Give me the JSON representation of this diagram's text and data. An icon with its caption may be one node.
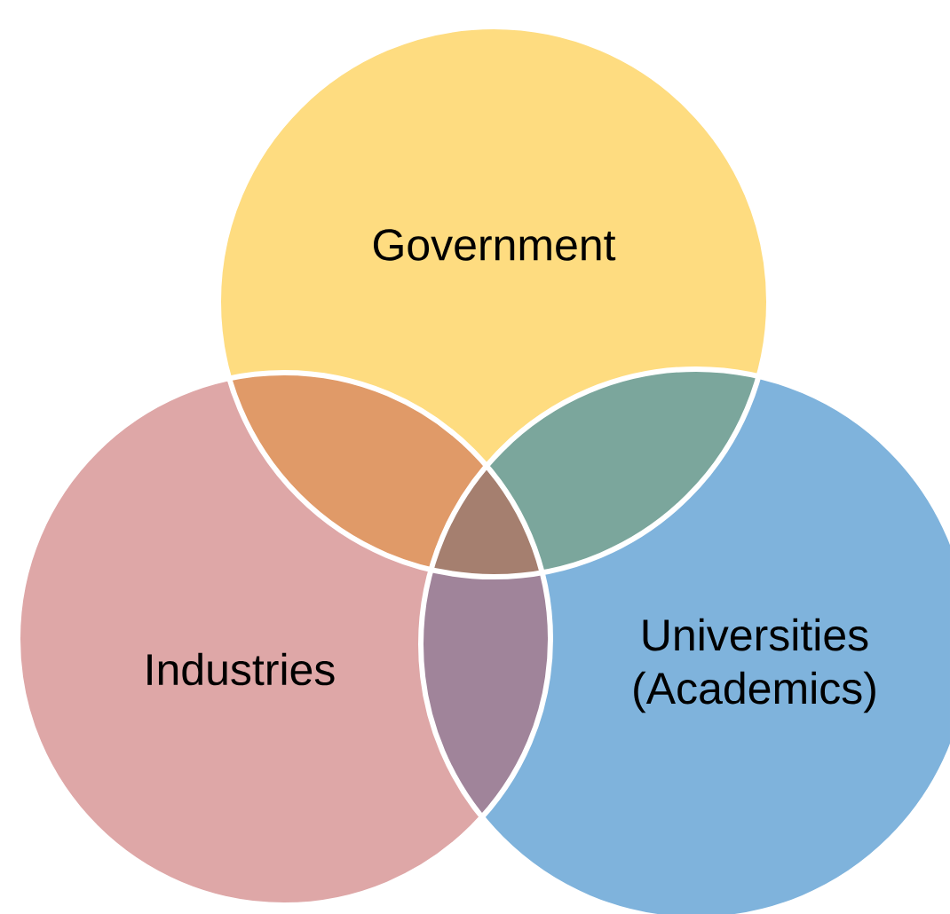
{
  "diagram": {
    "nodes": [
      {
        "text": [
          "Government"
        ]
      },
      {
        "text": [
          "Industries"
        ]
      },
      {
        "text": [
          "Universities (Academics)"
        ]
      }
    ]
  }
}
